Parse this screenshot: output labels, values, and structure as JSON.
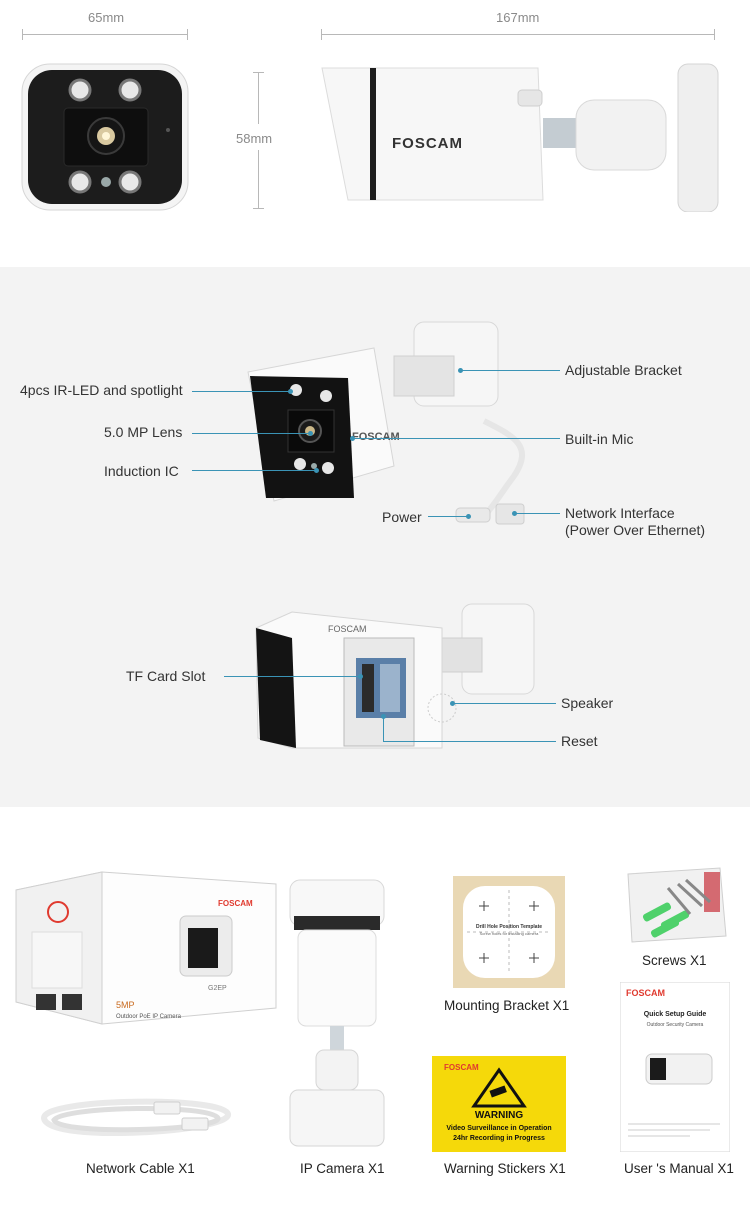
{
  "dimensions": {
    "width": "65mm",
    "length": "167mm",
    "height": "58mm"
  },
  "brand": "FOSCAM",
  "callouts": {
    "ir_led": "4pcs IR-LED and spotlight",
    "lens": "5.0 MP Lens",
    "induction": "Induction IC",
    "bracket": "Adjustable Bracket",
    "mic": "Built-in Mic",
    "power": "Power",
    "network_line1": "Network Interface",
    "network_line2": "(Power Over Ethernet)",
    "tf_card": "TF Card Slot",
    "speaker": "Speaker",
    "reset": "Reset"
  },
  "package": {
    "screws": "Screws  X1",
    "mounting_bracket": "Mounting Bracket  X1",
    "network_cable": "Network Cable  X1",
    "ip_camera": "IP Camera  X1",
    "warning_stickers": "Warning Stickers  X1",
    "users_manual": "User 's Manual  X1"
  },
  "box": {
    "brand": "FOSCAM",
    "model": "G2EP",
    "title": "5MP",
    "subtitle": "Outdoor PoE IP Camera"
  },
  "template_card": {
    "title": "Drill Hole Position Template",
    "subtitle": "Screw holes for installing camera"
  },
  "sticker": {
    "brand": "FOSCAM",
    "line1": "WARNING",
    "line2": "Video Surveillance in Operation",
    "line3": "24hr Recording in Progress"
  },
  "manual": {
    "brand": "FOSCAM",
    "title": "Quick Setup Guide",
    "subtitle": "Outdoor Security Camera"
  },
  "colors": {
    "leader": "#3a93b5",
    "panel": "#f3f3f3",
    "sticker_yellow": "#f5d90a",
    "foscam_red": "#e03a2f"
  }
}
